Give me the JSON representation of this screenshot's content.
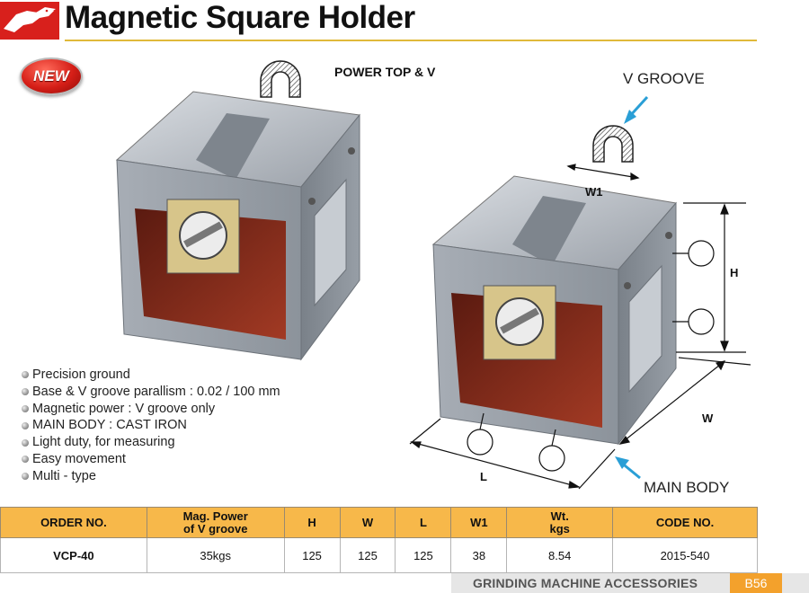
{
  "header": {
    "logo_icon": "red-eagle-logo",
    "title": "Magnetic Square Holder",
    "rule_color": "#e0b93a"
  },
  "badge": {
    "label": "NEW"
  },
  "subtitle": "POWER TOP & V",
  "callouts": {
    "v_groove": "V GROOVE",
    "main_body": "MAIN BODY",
    "dim_w1": "W1",
    "dim_h": "H",
    "dim_w": "W",
    "dim_l": "L"
  },
  "features": [
    "Precision ground",
    "Base & V groove parallism : 0.02 / 100 mm",
    "Magnetic power : V groove only",
    "MAIN BODY : CAST IRON",
    "Light duty, for measuring",
    "Easy movement",
    "Multi - type"
  ],
  "table": {
    "header_color": "#f7b84a",
    "headers": {
      "order": "ORDER NO.",
      "mag_line1": "Mag. Power",
      "mag_line2": "of V groove",
      "h": "H",
      "w": "W",
      "l": "L",
      "w1": "W1",
      "wt_line1": "Wt.",
      "wt_line2": "kgs",
      "code": "CODE NO."
    },
    "row": {
      "order": "VCP-40",
      "mag": "35kgs",
      "h": "125",
      "w": "125",
      "l": "125",
      "w1": "38",
      "wt": "8.54",
      "code": "2015-540"
    }
  },
  "footer": {
    "section": "GRINDING MACHINE ACCESSORIES",
    "page": "B56",
    "page_color": "#f3a12c"
  }
}
